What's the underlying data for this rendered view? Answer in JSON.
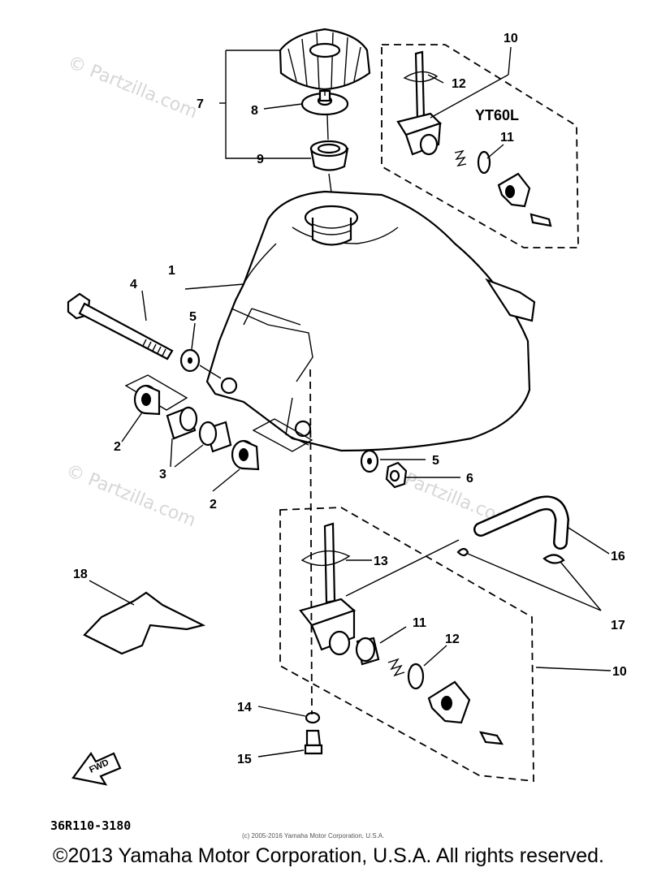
{
  "watermarks": [
    "© Partzilla.com",
    "© Partzilla.com",
    "© Partzilla.com"
  ],
  "variant_label": "YT60L",
  "callouts": [
    {
      "id": "c1",
      "text": "1"
    },
    {
      "id": "c2a",
      "text": "2"
    },
    {
      "id": "c2b",
      "text": "2"
    },
    {
      "id": "c3",
      "text": "3"
    },
    {
      "id": "c4",
      "text": "4"
    },
    {
      "id": "c5a",
      "text": "5"
    },
    {
      "id": "c5b",
      "text": "5"
    },
    {
      "id": "c6",
      "text": "6"
    },
    {
      "id": "c7",
      "text": "7"
    },
    {
      "id": "c8",
      "text": "8"
    },
    {
      "id": "c9",
      "text": "9"
    },
    {
      "id": "c10a",
      "text": "10"
    },
    {
      "id": "c10b",
      "text": "10"
    },
    {
      "id": "c11a",
      "text": "11"
    },
    {
      "id": "c11b",
      "text": "11"
    },
    {
      "id": "c12a",
      "text": "12"
    },
    {
      "id": "c12b",
      "text": "12"
    },
    {
      "id": "c13",
      "text": "13"
    },
    {
      "id": "c14",
      "text": "14"
    },
    {
      "id": "c15",
      "text": "15"
    },
    {
      "id": "c16",
      "text": "16"
    },
    {
      "id": "c17",
      "text": "17"
    },
    {
      "id": "c18",
      "text": "18"
    }
  ],
  "fwd_label": "FWD",
  "diagram_ref": "36R110-3180",
  "small_copyright": "(c) 2005-2016 Yamaha Motor Corporation, U.S.A.",
  "footer": "©2013 Yamaha Motor Corporation, U.S.A. All rights reserved."
}
